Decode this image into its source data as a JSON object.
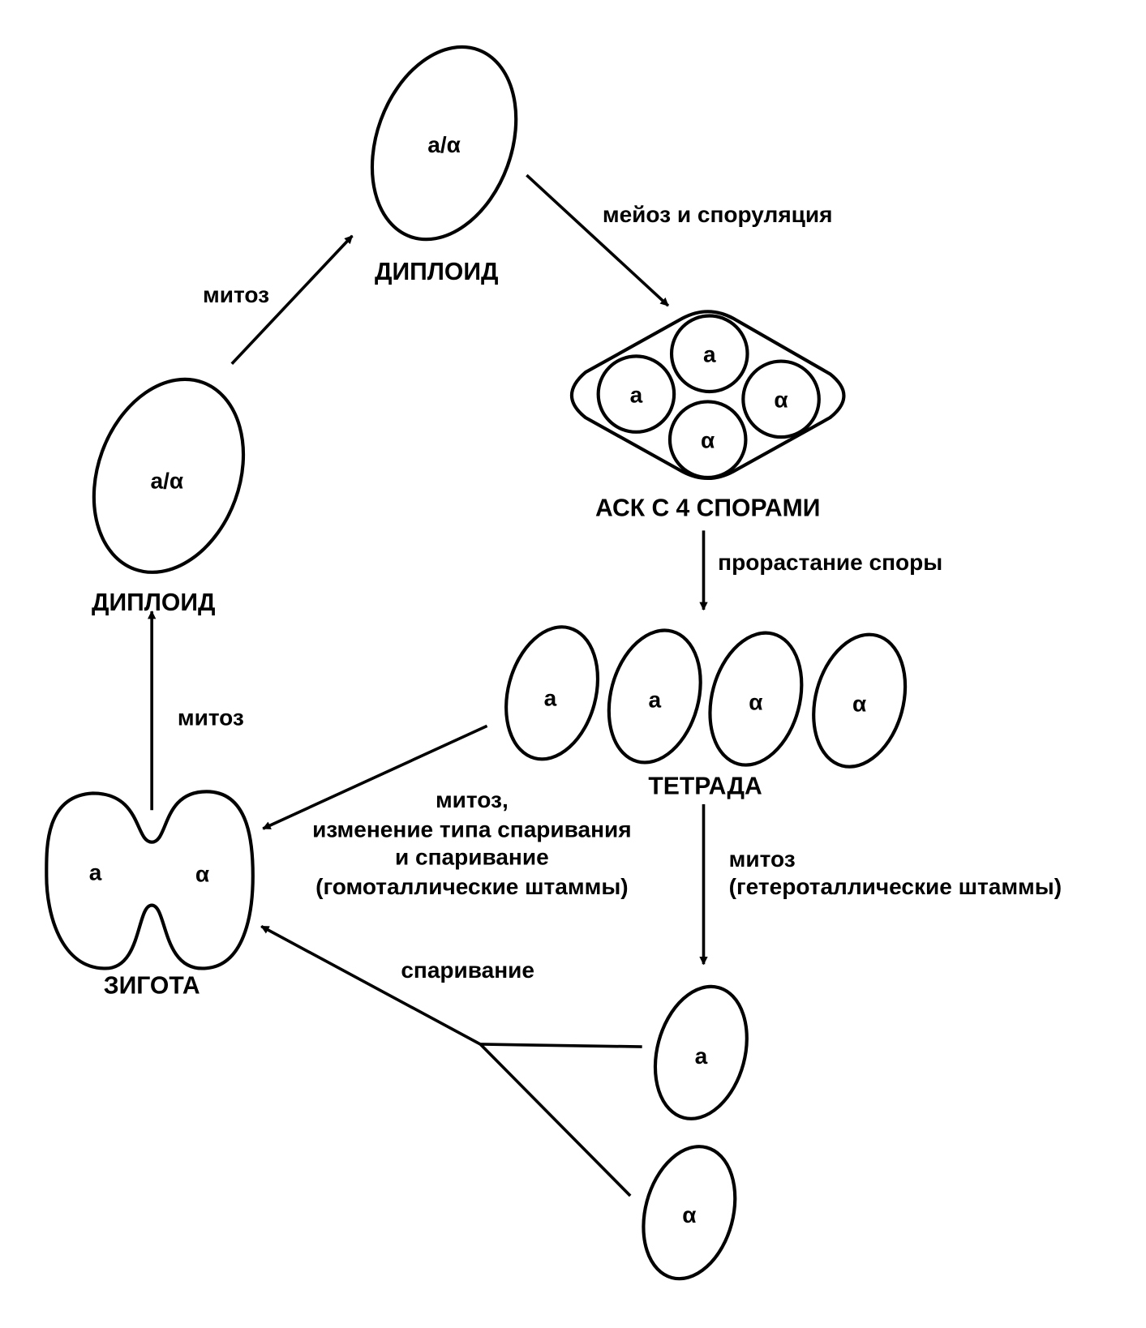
{
  "top_diploid": {
    "genotype": "а/α",
    "label": "ДИПЛОИД"
  },
  "left_diploid": {
    "genotype": "а/α",
    "label": "ДИПЛОИД"
  },
  "meiosis_label": "мейоз и споруляция",
  "ascus": {
    "label": "АСК С 4 СПОРАМИ",
    "spores": [
      "а",
      "а",
      "α",
      "α"
    ]
  },
  "germination_label": "прорастание споры",
  "tetrad": {
    "label": "ТЕТРАДА",
    "cells": [
      "а",
      "а",
      "α",
      "α"
    ]
  },
  "heterothallic": {
    "line1": "митоз",
    "line2": "(гетероталлические штаммы)"
  },
  "homothallic": {
    "line1": "митоз,",
    "line2": "изменение типа спаривания",
    "line3": "и спаривание",
    "line4": "(гомоталлические штаммы)"
  },
  "haploids": [
    "а",
    "α"
  ],
  "mating_label": "спаривание",
  "zygote": {
    "label": "ЗИГОТА",
    "left": "а",
    "right": "α"
  },
  "mitosis_zygote_label": "митоз",
  "mitosis_diploid_label": "митоз"
}
